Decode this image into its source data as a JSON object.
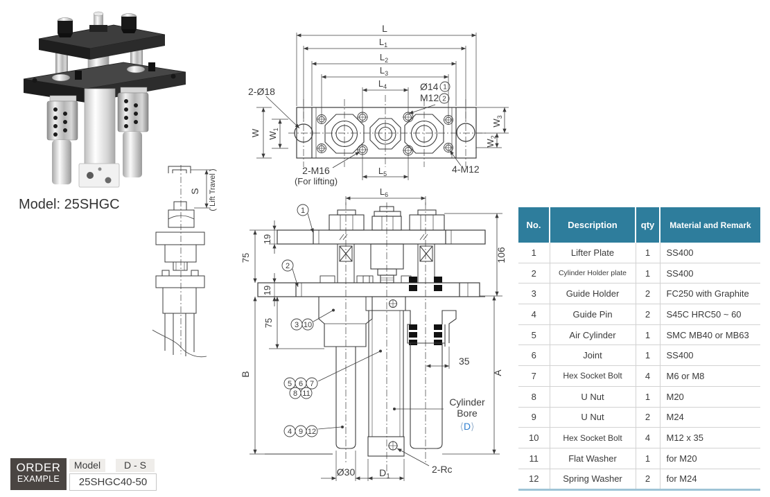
{
  "photo": {
    "model_label": "Model: 25SHGC"
  },
  "side_view": {
    "s": "S",
    "lift_travel": "( Lift Travel )"
  },
  "tv": {
    "L": "L",
    "L1": "L",
    "L1s": "1",
    "L2": "L",
    "L2s": "2",
    "L3": "L",
    "L3s": "3",
    "L4": "L",
    "L4s": "4",
    "L5": "L",
    "L5s": "5",
    "W": "W",
    "W1": "W",
    "W1s": "1",
    "W2": "W",
    "W2s": "2",
    "W3": "W",
    "W3s": "3",
    "holes18": "2-Ø18",
    "d14": "Ø14",
    "m12": "M12",
    "n1": "1",
    "n2": "2",
    "m16": "2-M16",
    "for_lifting": "(For lifting)",
    "m12x4": "4-M12"
  },
  "fv": {
    "L6": "L",
    "L6s": "6",
    "d106": "106",
    "t19": "19",
    "t75": "75",
    "b19": "19",
    "b75": "75",
    "B": "B",
    "A": "A",
    "n35": "35",
    "dia30": "Ø30",
    "D1": "D",
    "D1s": "1",
    "rc": "2-Rc",
    "cyl1": "Cylinder",
    "cyl2": "Bore",
    "bore_open": "⟨",
    "bore_d": "D",
    "bore_close": "⟩",
    "c1": "1",
    "c2": "2",
    "c3": "3",
    "c10": "10",
    "c5": "5",
    "c6": "6",
    "c7": "7",
    "c8": "8",
    "c11": "11",
    "c4": "4",
    "c9": "9",
    "c12": "12"
  },
  "table": {
    "headers": [
      "No.",
      "Description",
      "qty",
      "Material and Remark"
    ],
    "rows": [
      [
        "1",
        "Lifter Plate",
        "1",
        "SS400"
      ],
      [
        "2",
        "Cylinder Holder plate",
        "1",
        "SS400"
      ],
      [
        "3",
        "Guide Holder",
        "2",
        "FC250 with Graphite"
      ],
      [
        "4",
        "Guide Pin",
        "2",
        "S45C HRC50 ~ 60"
      ],
      [
        "5",
        "Air Cylinder",
        "1",
        "SMC MB40 or MB63"
      ],
      [
        "6",
        "Joint",
        "1",
        "SS400"
      ],
      [
        "7",
        "Hex Socket Bolt",
        "4",
        "M6 or M8"
      ],
      [
        "8",
        "U Nut",
        "1",
        "M20"
      ],
      [
        "9",
        "U Nut",
        "2",
        "M24"
      ],
      [
        "10",
        "Hex Socket Bolt",
        "4",
        "M12 x 35"
      ],
      [
        "11",
        "Flat Washer",
        "1",
        "for M20"
      ],
      [
        "12",
        "Spring Washer",
        "2",
        "for M24"
      ]
    ]
  },
  "order": {
    "title_line1": "ORDER",
    "title_line2": "EXAMPLE",
    "model_word": "Model",
    "ds": "D - S",
    "example": "25SHGC40-50"
  },
  "colors": {
    "header_teal": "#2e7d9c",
    "accent_blue": "#2f7fd0",
    "order_dark": "#4a4542",
    "line": "#3b3b3b",
    "table_bottom": "#9fc4d6"
  }
}
